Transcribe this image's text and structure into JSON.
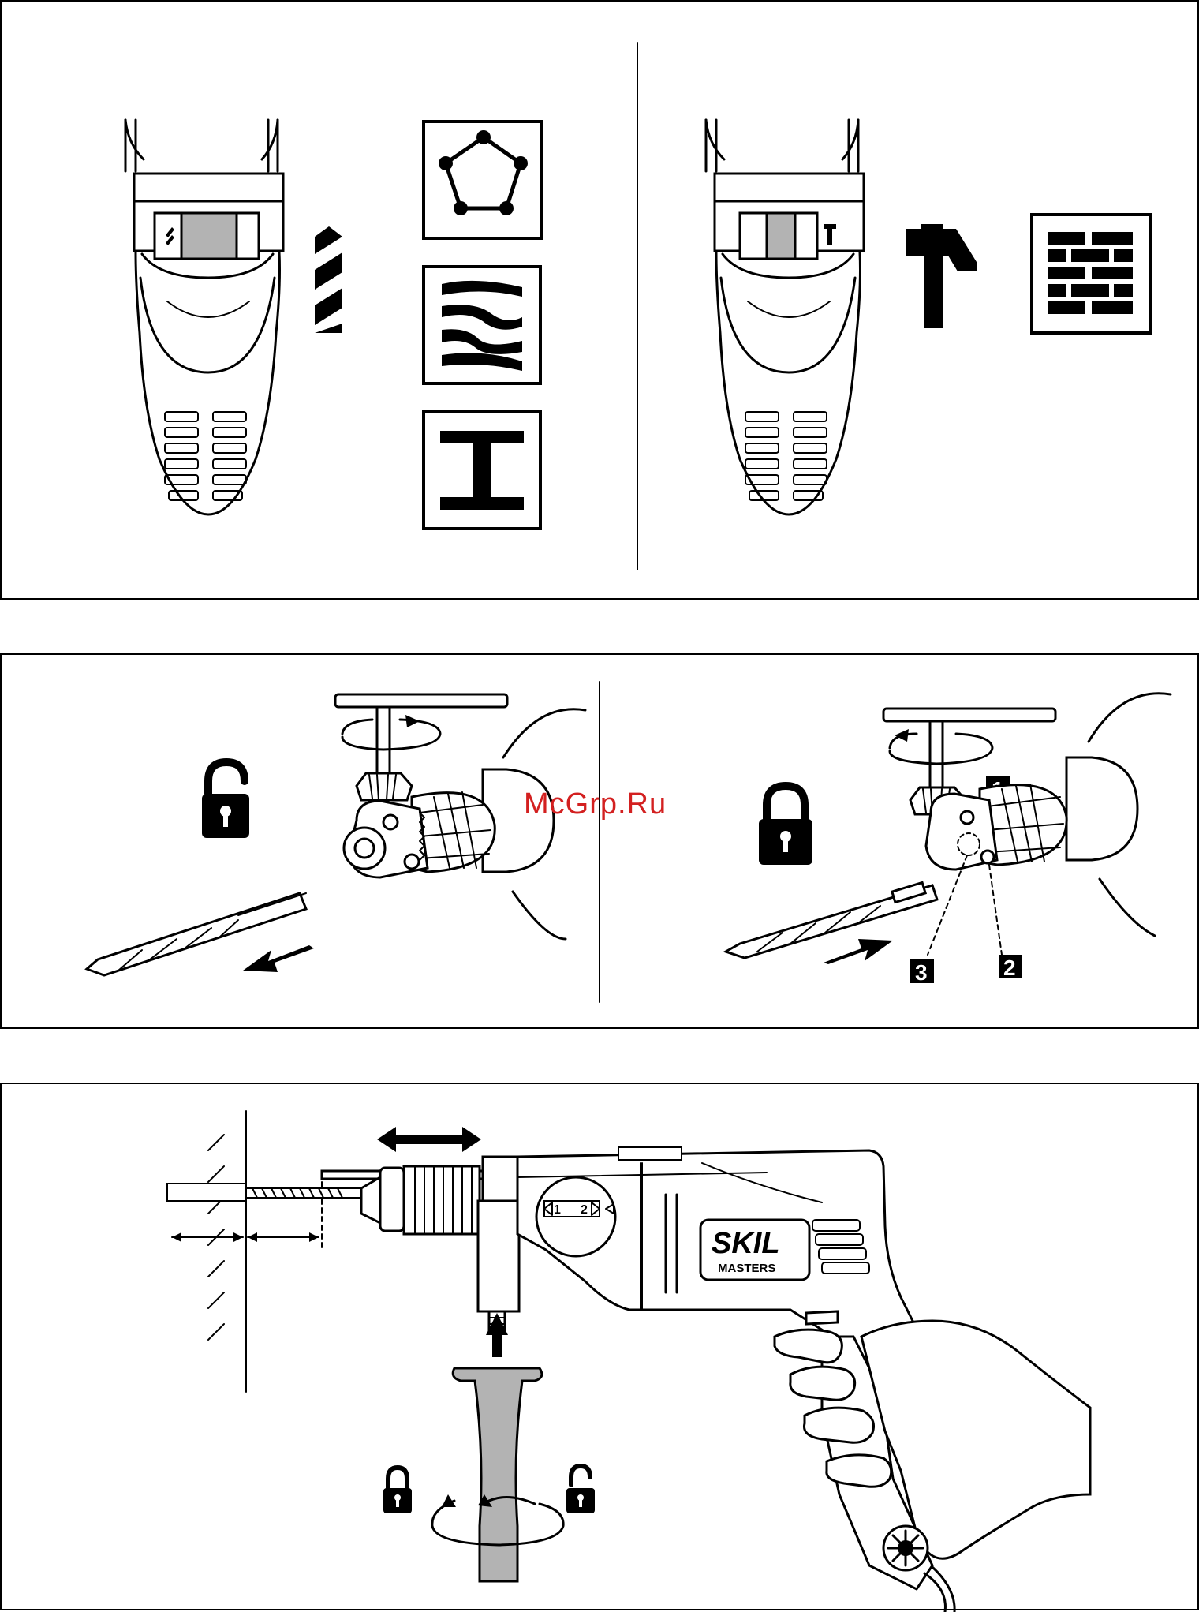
{
  "watermark": "McGrp.Ru",
  "panel_bottom": {
    "brand": "SKIL",
    "model": "MASTERS",
    "gear_1": "1",
    "gear_2": "2"
  },
  "panel_middle": {
    "step_1": "1",
    "step_2": "2",
    "step_3": "3"
  },
  "icons": {
    "drill_mode": "drill-bit-icon",
    "hammer_mode": "hammer-icon",
    "materials_drill": [
      "stone-pentagon-icon",
      "wood-grain-icon",
      "steel-beam-icon"
    ],
    "materials_hammer": [
      "brick-wall-icon"
    ],
    "locks": [
      "unlocked-padlock-icon",
      "locked-padlock-icon"
    ]
  }
}
